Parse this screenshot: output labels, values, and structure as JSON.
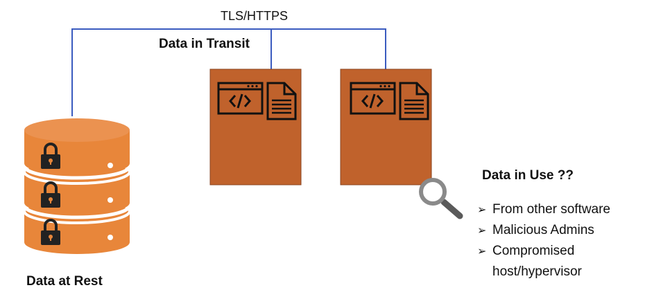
{
  "connection": {
    "protocol_label": "TLS/HTTPS",
    "line_color": "#3a5bbf"
  },
  "transit": {
    "label": "Data in Transit"
  },
  "rest": {
    "label": "Data at Rest",
    "database_color": "#e8863a",
    "locks": 3
  },
  "use": {
    "label": "Data in Use ??",
    "risks": [
      "From other software",
      "Malicious Admins",
      "Compromised host/hypervisor"
    ]
  },
  "servers": {
    "fill_color": "#c0622c",
    "count": 2
  }
}
